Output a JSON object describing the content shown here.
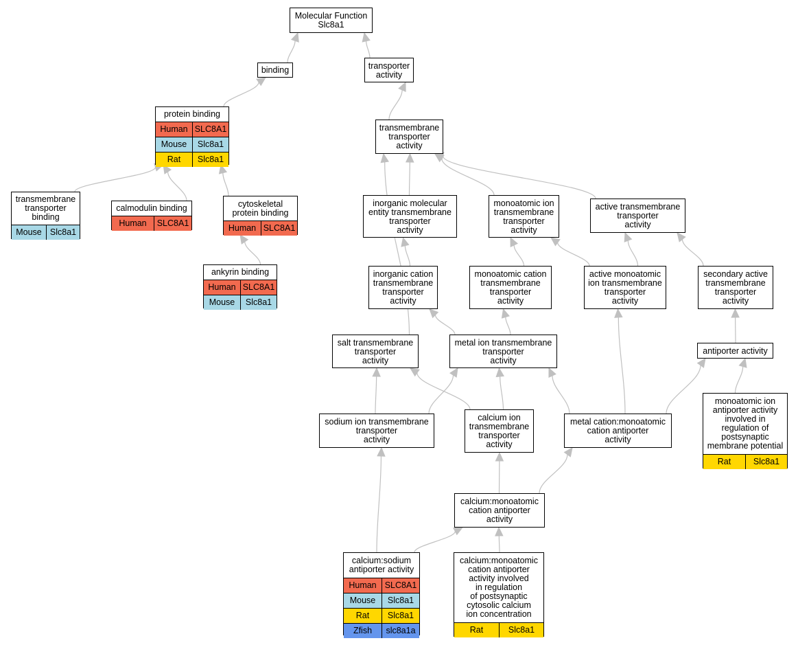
{
  "diagram": {
    "colors": {
      "edge": "#c0c0c0",
      "Human": "#f26a4f",
      "Mouse": "#a8d8e6",
      "Rat": "#ffd700",
      "Zfish": "#6495ed"
    },
    "nodes": [
      {
        "id": "root",
        "label": "Molecular Function\nSlc8a1",
        "annotations": []
      },
      {
        "id": "binding",
        "label": "binding",
        "annotations": []
      },
      {
        "id": "transporter_activity",
        "label": "transporter\nactivity",
        "annotations": []
      },
      {
        "id": "protein_binding",
        "label": "protein binding",
        "annotations": [
          {
            "species": "Human",
            "gene": "SLC8A1"
          },
          {
            "species": "Mouse",
            "gene": "Slc8a1"
          },
          {
            "species": "Rat",
            "gene": "Slc8a1"
          }
        ]
      },
      {
        "id": "tm_transporter_activity",
        "label": "transmembrane\ntransporter\nactivity",
        "annotations": []
      },
      {
        "id": "tm_transporter_binding",
        "label": "transmembrane\ntransporter\nbinding",
        "annotations": [
          {
            "species": "Mouse",
            "gene": "Slc8a1"
          }
        ]
      },
      {
        "id": "calmodulin_binding",
        "label": "calmodulin binding",
        "annotations": [
          {
            "species": "Human",
            "gene": "SLC8A1"
          }
        ]
      },
      {
        "id": "cytoskeletal_protein_binding",
        "label": "cytoskeletal\nprotein binding",
        "annotations": [
          {
            "species": "Human",
            "gene": "SLC8A1"
          }
        ]
      },
      {
        "id": "ankyrin_binding",
        "label": "ankyrin binding",
        "annotations": [
          {
            "species": "Human",
            "gene": "SLC8A1"
          },
          {
            "species": "Mouse",
            "gene": "Slc8a1"
          }
        ]
      },
      {
        "id": "inorganic_molecular_entity",
        "label": "inorganic molecular\nentity transmembrane\ntransporter\nactivity",
        "annotations": []
      },
      {
        "id": "monoatomic_ion_tm",
        "label": "monoatomic ion\ntransmembrane\ntransporter\nactivity",
        "annotations": []
      },
      {
        "id": "active_tm",
        "label": "active transmembrane\ntransporter\nactivity",
        "annotations": []
      },
      {
        "id": "inorganic_cation_tm",
        "label": "inorganic cation\ntransmembrane\ntransporter\nactivity",
        "annotations": []
      },
      {
        "id": "monoatomic_cation_tm",
        "label": "monoatomic cation\ntransmembrane\ntransporter\nactivity",
        "annotations": []
      },
      {
        "id": "active_monoatomic_ion_tm",
        "label": "active monoatomic\nion transmembrane\ntransporter\nactivity",
        "annotations": []
      },
      {
        "id": "secondary_active_tm",
        "label": "secondary active\ntransmembrane\ntransporter\nactivity",
        "annotations": []
      },
      {
        "id": "salt_tm",
        "label": "salt transmembrane\ntransporter\nactivity",
        "annotations": []
      },
      {
        "id": "metal_ion_tm",
        "label": "metal ion transmembrane\ntransporter\nactivity",
        "annotations": []
      },
      {
        "id": "antiporter_activity",
        "label": "antiporter activity",
        "annotations": []
      },
      {
        "id": "sodium_ion_tm",
        "label": "sodium ion transmembrane\ntransporter\nactivity",
        "annotations": []
      },
      {
        "id": "calcium_ion_tm",
        "label": "calcium ion\ntransmembrane\ntransporter\nactivity",
        "annotations": []
      },
      {
        "id": "metal_cation_antiporter",
        "label": "metal cation:monoatomic\ncation antiporter\nactivity",
        "annotations": []
      },
      {
        "id": "monoatomic_ion_antiporter_postsynaptic",
        "label": "monoatomic ion\nantiporter activity\ninvolved in\nregulation of\npostsynaptic\nmembrane potential",
        "annotations": [
          {
            "species": "Rat",
            "gene": "Slc8a1"
          }
        ]
      },
      {
        "id": "calcium_monoatomic_cation_antiporter",
        "label": "calcium:monoatomic\ncation antiporter\nactivity",
        "annotations": []
      },
      {
        "id": "calcium_sodium_antiporter",
        "label": "calcium:sodium\nantiporter activity",
        "annotations": [
          {
            "species": "Human",
            "gene": "SLC8A1"
          },
          {
            "species": "Mouse",
            "gene": "Slc8a1"
          },
          {
            "species": "Rat",
            "gene": "Slc8a1"
          },
          {
            "species": "Zfish",
            "gene": "slc8a1a"
          }
        ]
      },
      {
        "id": "calcium_antiporter_postsynaptic_cytosolic",
        "label": "calcium:monoatomic\ncation antiporter\nactivity involved\nin regulation\nof postsynaptic\ncytosolic calcium\nion concentration",
        "annotations": [
          {
            "species": "Rat",
            "gene": "Slc8a1"
          }
        ]
      }
    ],
    "edges": [
      {
        "from": "binding",
        "to": "root"
      },
      {
        "from": "transporter_activity",
        "to": "root"
      },
      {
        "from": "protein_binding",
        "to": "binding"
      },
      {
        "from": "tm_transporter_activity",
        "to": "transporter_activity"
      },
      {
        "from": "tm_transporter_binding",
        "to": "protein_binding"
      },
      {
        "from": "calmodulin_binding",
        "to": "protein_binding"
      },
      {
        "from": "cytoskeletal_protein_binding",
        "to": "protein_binding"
      },
      {
        "from": "ankyrin_binding",
        "to": "cytoskeletal_protein_binding"
      },
      {
        "from": "inorganic_molecular_entity",
        "to": "tm_transporter_activity"
      },
      {
        "from": "monoatomic_ion_tm",
        "to": "tm_transporter_activity"
      },
      {
        "from": "active_tm",
        "to": "tm_transporter_activity"
      },
      {
        "from": "salt_tm",
        "to": "tm_transporter_activity"
      },
      {
        "from": "inorganic_cation_tm",
        "to": "inorganic_molecular_entity"
      },
      {
        "from": "monoatomic_cation_tm",
        "to": "monoatomic_ion_tm"
      },
      {
        "from": "active_monoatomic_ion_tm",
        "to": "monoatomic_ion_tm"
      },
      {
        "from": "active_monoatomic_ion_tm",
        "to": "active_tm"
      },
      {
        "from": "secondary_active_tm",
        "to": "active_tm"
      },
      {
        "from": "antiporter_activity",
        "to": "secondary_active_tm"
      },
      {
        "from": "metal_ion_tm",
        "to": "inorganic_cation_tm"
      },
      {
        "from": "metal_ion_tm",
        "to": "monoatomic_cation_tm"
      },
      {
        "from": "sodium_ion_tm",
        "to": "salt_tm"
      },
      {
        "from": "sodium_ion_tm",
        "to": "metal_ion_tm"
      },
      {
        "from": "calcium_ion_tm",
        "to": "salt_tm"
      },
      {
        "from": "calcium_ion_tm",
        "to": "metal_ion_tm"
      },
      {
        "from": "metal_cation_antiporter",
        "to": "metal_ion_tm"
      },
      {
        "from": "metal_cation_antiporter",
        "to": "active_monoatomic_ion_tm"
      },
      {
        "from": "metal_cation_antiporter",
        "to": "antiporter_activity"
      },
      {
        "from": "monoatomic_ion_antiporter_postsynaptic",
        "to": "antiporter_activity"
      },
      {
        "from": "calcium_monoatomic_cation_antiporter",
        "to": "calcium_ion_tm"
      },
      {
        "from": "calcium_monoatomic_cation_antiporter",
        "to": "metal_cation_antiporter"
      },
      {
        "from": "calcium_sodium_antiporter",
        "to": "sodium_ion_tm"
      },
      {
        "from": "calcium_sodium_antiporter",
        "to": "calcium_monoatomic_cation_antiporter"
      },
      {
        "from": "calcium_antiporter_postsynaptic_cytosolic",
        "to": "calcium_monoatomic_cation_antiporter"
      }
    ]
  }
}
